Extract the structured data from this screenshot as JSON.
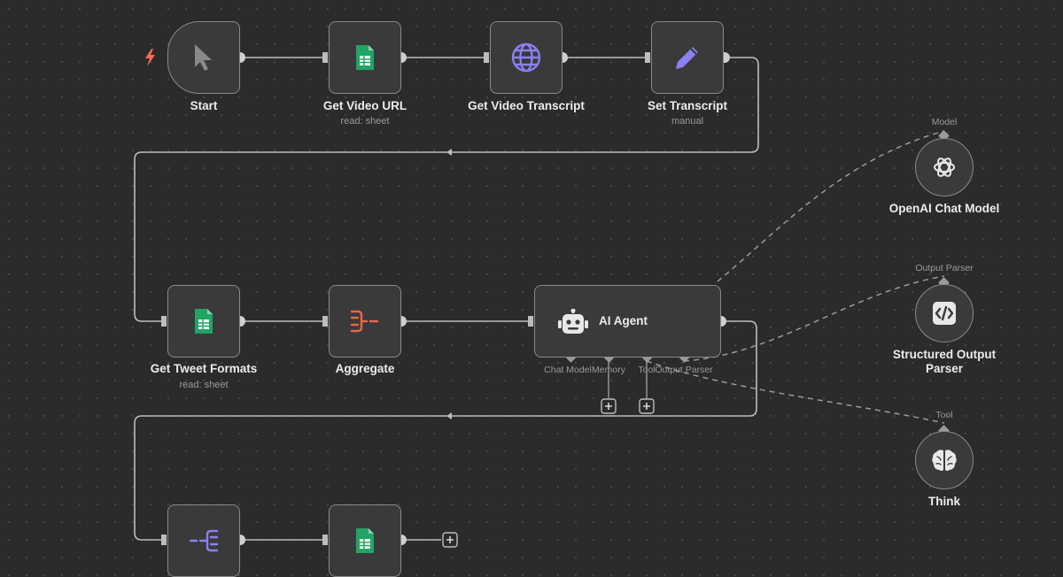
{
  "nodes": {
    "start": {
      "label": "Start"
    },
    "get_video_url": {
      "label": "Get Video URL",
      "sublabel": "read: sheet"
    },
    "get_video_transcript": {
      "label": "Get Video Transcript"
    },
    "set_transcript": {
      "label": "Set Transcript",
      "sublabel": "manual"
    },
    "get_tweet_formats": {
      "label": "Get Tweet Formats",
      "sublabel": "read: sheet"
    },
    "aggregate": {
      "label": "Aggregate"
    },
    "ai_agent": {
      "label": "AI Agent",
      "ports": {
        "chat_model": "Chat Model",
        "memory": "Memory",
        "tool": "Tool",
        "output_parser": "Output Parser"
      }
    },
    "openai_chat_model": {
      "label": "OpenAI Chat Model",
      "port": "Model"
    },
    "structured_output_parser": {
      "label": "Structured Output Parser",
      "port": "Output Parser"
    },
    "think": {
      "label": "Think",
      "port": "Tool"
    }
  },
  "icons": {
    "trigger": "lightning-icon",
    "start": "cursor-icon",
    "sheets": "google-sheets-icon",
    "http": "globe-icon",
    "set": "pencil-icon",
    "aggregate": "aggregate-icon",
    "agent": "robot-icon",
    "openai": "openai-icon",
    "parser": "code-icon",
    "think": "brain-icon",
    "split": "split-out-icon",
    "add": "plus-icon"
  },
  "colors": {
    "background": "#2b2b2b",
    "node": "#3a3a3a",
    "border": "#8a8a8a",
    "sheets_green": "#21a464",
    "accent_purple": "#8b80f0",
    "aggregate_red": "#e8654a",
    "trigger_red": "#ff6a4d"
  }
}
